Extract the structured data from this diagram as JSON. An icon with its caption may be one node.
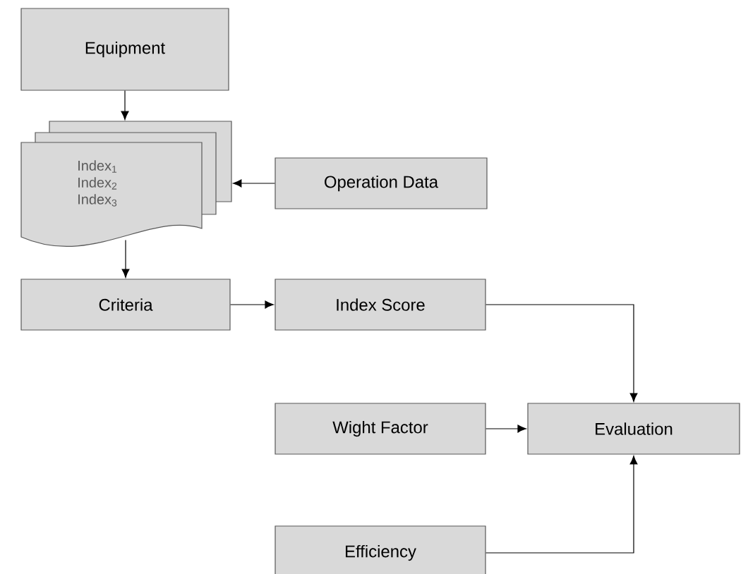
{
  "diagram": {
    "nodes": [
      {
        "text": [
          "Equipment"
        ]
      },
      {
        "text": [
          "Index$_{1}$",
          "Index$_{2}$",
          "Index$_{3}$"
        ]
      },
      {
        "text": [
          "Operation Data"
        ]
      },
      {
        "text": [
          "Criteria"
        ]
      },
      {
        "text": [
          "Index Score"
        ]
      },
      {
        "text": [
          "Wight Factor"
        ]
      },
      {
        "text": [
          "Evaluation"
        ]
      },
      {
        "text": [
          "Efficiency"
        ]
      }
    ],
    "edges": [
      {
        "from": 0,
        "to": 1,
        "arrow": "to"
      },
      {
        "from": 2,
        "to": 1,
        "arrow": "to"
      },
      {
        "from": 1,
        "to": 3,
        "arrow": "to"
      },
      {
        "from": 3,
        "to": 4,
        "arrow": "to"
      },
      {
        "from": 4,
        "to": 6,
        "arrow": "to"
      },
      {
        "from": 5,
        "to": 6,
        "arrow": "to"
      },
      {
        "from": 7,
        "to": 6,
        "arrow": "to"
      }
    ]
  }
}
